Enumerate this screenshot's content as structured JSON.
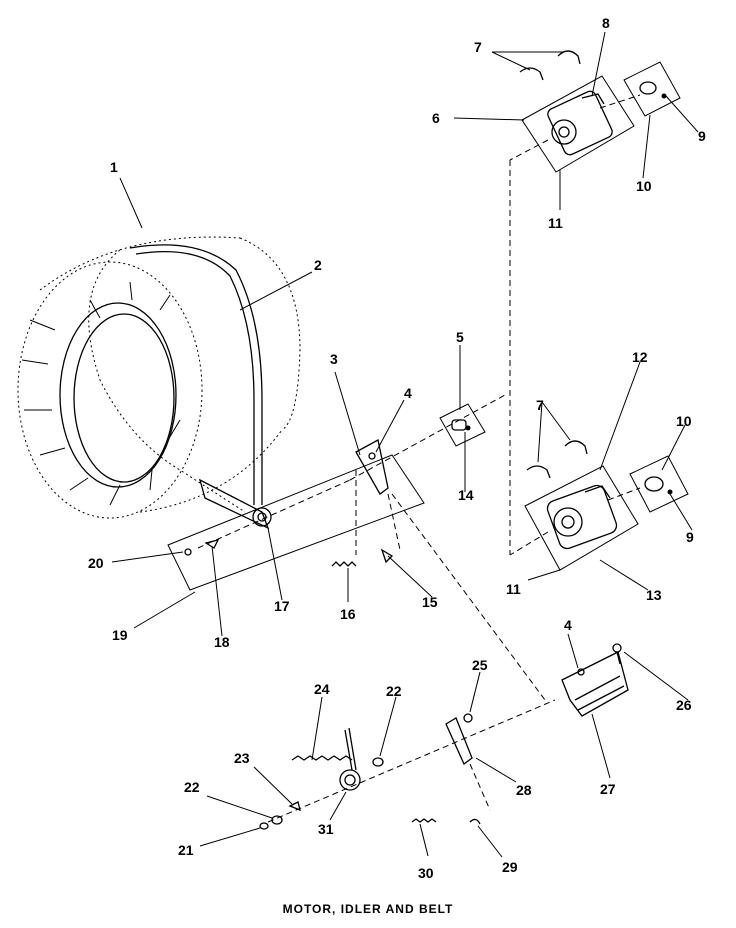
{
  "caption": "MOTOR, IDLER AND BELT",
  "callouts": [
    "1",
    "2",
    "3",
    "4",
    "5",
    "6",
    "7",
    "8",
    "9",
    "10",
    "11",
    "12",
    "13",
    "14",
    "15",
    "16",
    "17",
    "18",
    "19",
    "20",
    "21",
    "22",
    "23",
    "24",
    "25",
    "26",
    "27",
    "28",
    "29",
    "30",
    "31",
    "4",
    "7",
    "9",
    "10",
    "11",
    "22"
  ]
}
